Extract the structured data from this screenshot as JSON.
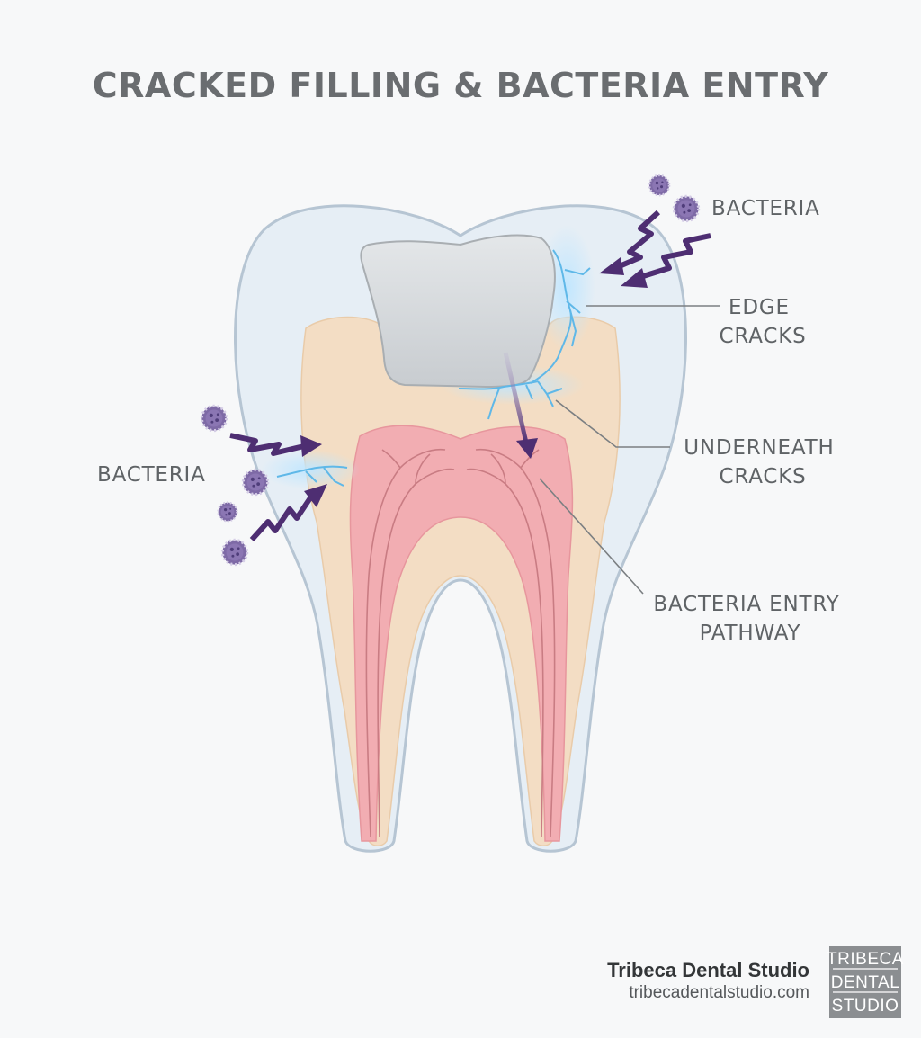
{
  "title": "CRACKED FILLING & BACTERIA ENTRY",
  "labels": {
    "bacteria_right": "BACTERIA",
    "bacteria_left": "BACTERIA",
    "edge_cracks": [
      "EDGE",
      "CRACKS"
    ],
    "underneath_cracks": [
      "UNDERNEATH",
      "CRACKS"
    ],
    "entry_pathway": [
      "BACTERIA ENTRY",
      "PATHWAY"
    ]
  },
  "brand": {
    "name": "Tribeca Dental Studio",
    "url": "tribecadentalstudio.com",
    "logo_lines": [
      "TRIBECA",
      "DENTAL",
      "STUDIO"
    ]
  },
  "icons": {
    "bacteria": "bacteria-icon",
    "arrow": "zigzag-arrow-icon"
  },
  "colors": {
    "background": "#f7f8f9",
    "enamel": "#e6eef5",
    "dentin": "#f3ddc4",
    "pulp": "#f2adb2",
    "nerve": "#c97c83",
    "filling": "#cfd3d6",
    "crack": "#5fb8e8",
    "bacteria": "#7e6aa6",
    "arrow": "#4e2e72",
    "text": "#5f6366",
    "logo_bg": "#8b8e91"
  }
}
